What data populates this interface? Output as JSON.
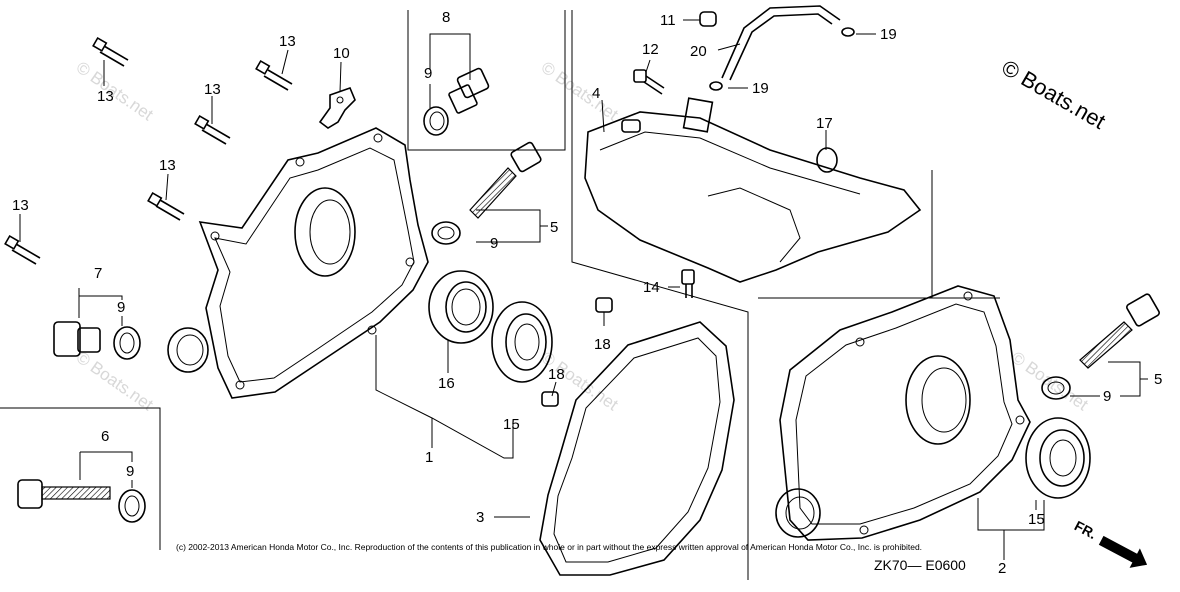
{
  "watermark": {
    "brand": "© Boats.net",
    "repeat_text": "© Boats.net"
  },
  "copyright": "(c) 2002-2013 American Honda Motor Co., Inc. Reproduction of the contents of this publication in whole or in part without the express written approval of American Honda Motor Co., Inc. is prohibited.",
  "diagram_code": "ZK70— E0600",
  "direction_label": "FR.",
  "callouts": {
    "c1": "1",
    "c2": "2",
    "c3": "3",
    "c4": "4",
    "c5a": "5",
    "c5b": "5",
    "c6": "6",
    "c7": "7",
    "c8": "8",
    "c9a": "9",
    "c9b": "9",
    "c9c": "9",
    "c9d": "9",
    "c9e": "9",
    "c10": "10",
    "c11": "11",
    "c12": "12",
    "c13a": "13",
    "c13b": "13",
    "c13c": "13",
    "c13d": "13",
    "c13e": "13",
    "c14": "14",
    "c15a": "15",
    "c15b": "15",
    "c16": "16",
    "c17": "17",
    "c18a": "18",
    "c18b": "18",
    "c19a": "19",
    "c19b": "19",
    "c20": "20"
  }
}
